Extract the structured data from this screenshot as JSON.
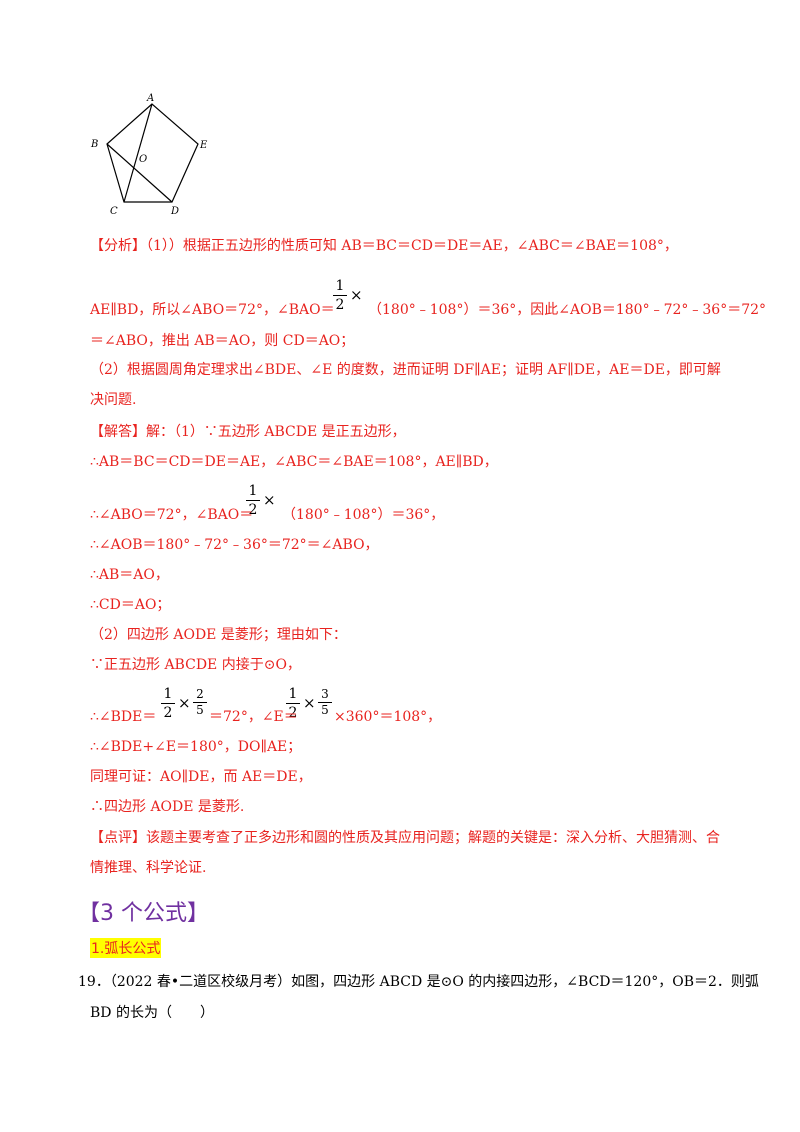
{
  "figure": {
    "labels": {
      "A": "A",
      "B": "B",
      "C": "C",
      "D": "D",
      "E": "E",
      "O": "O"
    }
  },
  "analysis": {
    "line1": "【分析】（1））根据正五边形的性质可知 AB＝BC＝CD＝DE＝AE，∠ABC＝∠BAE＝108°，",
    "line2a": "AE∥BD，所以∠ABO＝72°，∠BAO＝",
    "line2b": "（180°﹣108°）＝36°，因此∠AOB＝180°﹣72°﹣36°＝72°",
    "line3": "＝∠ABO，推出 AB＝AO，则 CD＝AO；",
    "line4": "（2）根据圆周角定理求出∠BDE、∠E 的度数，进而证明 DF∥AE；证明 AF∥DE，AE＝DE，即可解",
    "line5": "决问题."
  },
  "solution": {
    "line1": "【解答】解：（1）∵五边形 ABCDE 是正五边形，",
    "line2": "∴AB＝BC＝CD＝DE＝AE，∠ABC＝∠BAE＝108°，AE∥BD，",
    "line3a": "∴∠ABO＝72°，∠BAO＝",
    "line3b": "（180°﹣108°）＝36°，",
    "line4": "∴∠AOB＝180°﹣72°﹣36°＝72°＝∠ABO，",
    "line5": "∴AB＝AO，",
    "line6": "∴CD＝AO；",
    "line7": "（2）四边形 AODE 是菱形；理由如下：",
    "line8": "∵正五边形 ABCDE 内接于⊙O，",
    "line9a": "∴∠BDE＝",
    "line9b": "＝72°，∠E＝",
    "line9c": "×360°＝108°，",
    "line10": "∴∠BDE+∠E＝180°，DO∥AE；",
    "line11": "同理可证：AO∥DE，而 AE＝DE，",
    "line12": "∴四边形 AODE 是菱形."
  },
  "fractions": {
    "one": "1",
    "two": "2",
    "three": "3",
    "five": "5",
    "times": "×"
  },
  "comment": {
    "line1": "【点评】该题主要考查了正多边形和圆的性质及其应用问题；解题的关键是：深入分析、大胆猜测、合",
    "line2": "情推理、科学论证."
  },
  "section": {
    "heading": "【3 个公式】",
    "subheading": "1.弧长公式"
  },
  "question": {
    "line1": "19．（2022 春•二道区校级月考）如图，四边形 ABCD 是⊙O 的内接四边形，∠BCD＝120°，OB＝2．则弧",
    "line2": "BD 的长为（　　）"
  }
}
